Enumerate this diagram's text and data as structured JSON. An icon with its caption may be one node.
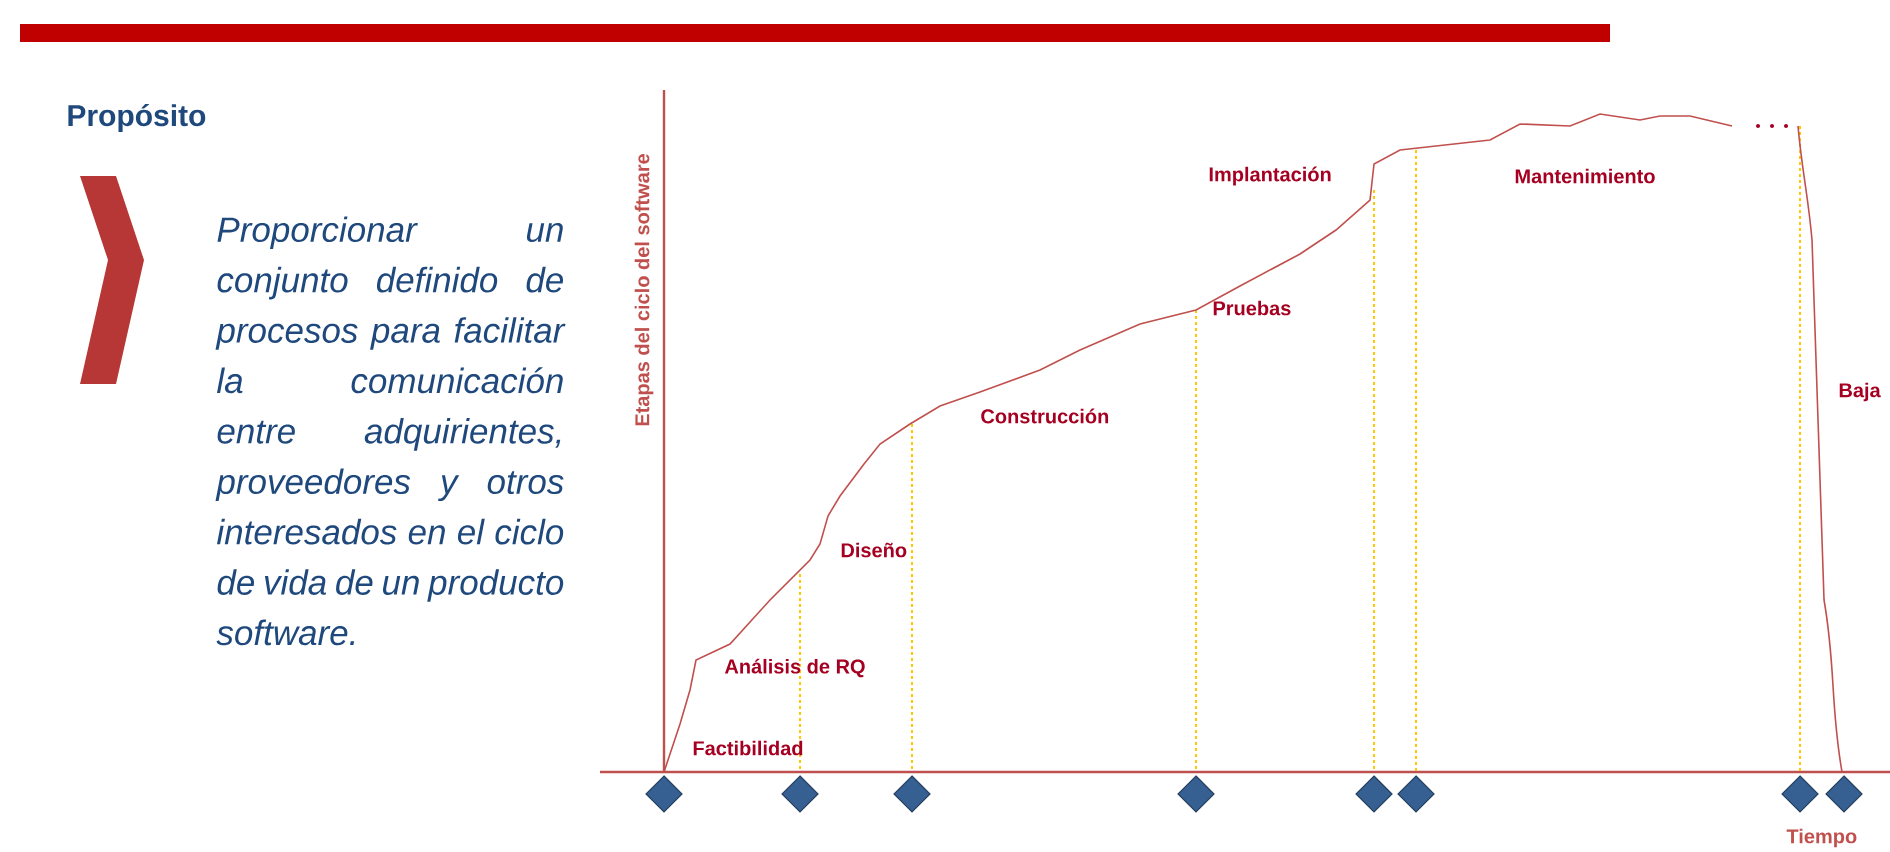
{
  "diagram": {
    "title": "Propósito",
    "labels": [
      "Proporcionar un conjunto definido de procesos para facilitar la comunicación entre adquirientes, proveedores y otros interesados en el ciclo de vida de un producto software.",
      "Etapas del ciclo del software",
      "Implantación",
      "Mantenimiento",
      "Pruebas",
      "Construcción",
      "Diseño",
      "Análisis de RQ",
      "Factibilidad",
      "Baja",
      "Tiempo"
    ]
  }
}
